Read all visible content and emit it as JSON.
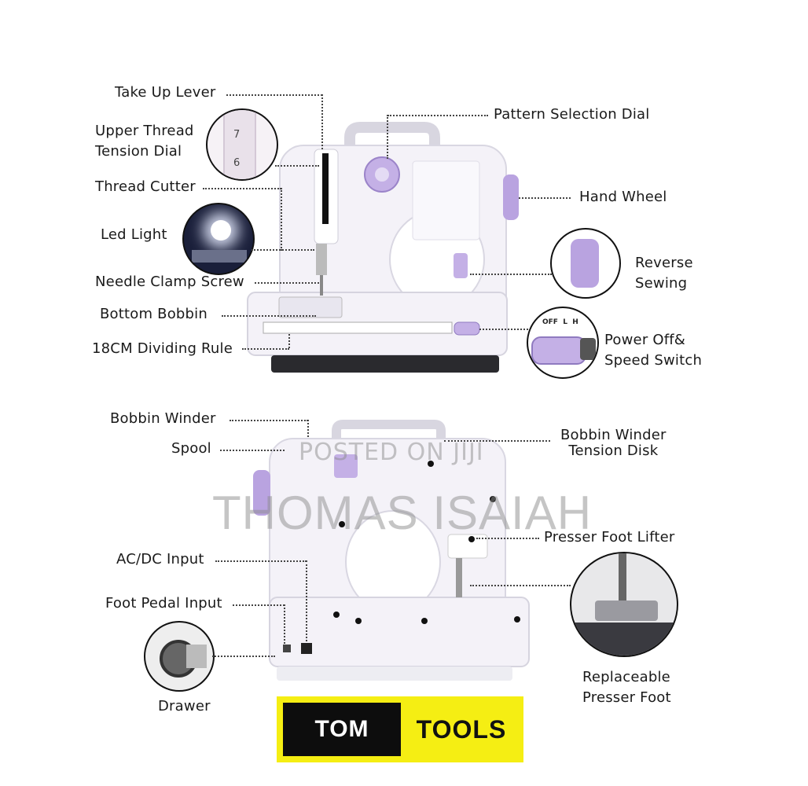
{
  "labels": {
    "take_up_lever": "Take Up Lever",
    "upper_thread_tension_dial": "Upper Thread\nTension Dial",
    "thread_cutter": "Thread Cutter",
    "led_light": "Led Light",
    "needle_clamp_screw": "Needle Clamp Screw",
    "bottom_bobbin": "Bottom Bobbin",
    "dividing_rule": "18CM Dividing Rule",
    "pattern_selection_dial": "Pattern Selection Dial",
    "hand_wheel": "Hand Wheel",
    "reverse_sewing": "Reverse\nSewing",
    "power_speed_switch": "Power Off&\nSpeed Switch",
    "bobbin_winder": "Bobbin Winder",
    "spool": "Spool",
    "ac_dc_input": "AC/DC Input",
    "foot_pedal_input": "Foot Pedal Input",
    "drawer": "Drawer",
    "bobbin_winder_tension_disk": "Bobbin Winder\nTension Disk",
    "presser_foot_lifter": "Presser Foot Lifter",
    "replaceable_presser_foot": "Replaceable\nPresser Foot"
  },
  "inset_text": {
    "switch_off_l_h": "OFF  L  H",
    "tension_7": "7",
    "tension_6": "6"
  },
  "watermark": {
    "line1": "POSTED ON JIJI",
    "line2": "THOMAS ISAIAH"
  },
  "logo": {
    "left_word": "TOM",
    "right_word": "TOOLS"
  },
  "colors": {
    "accent_purple": "#b9a3e0",
    "machine_white": "#f4f2f8",
    "logo_yellow": "#f5ee13"
  }
}
